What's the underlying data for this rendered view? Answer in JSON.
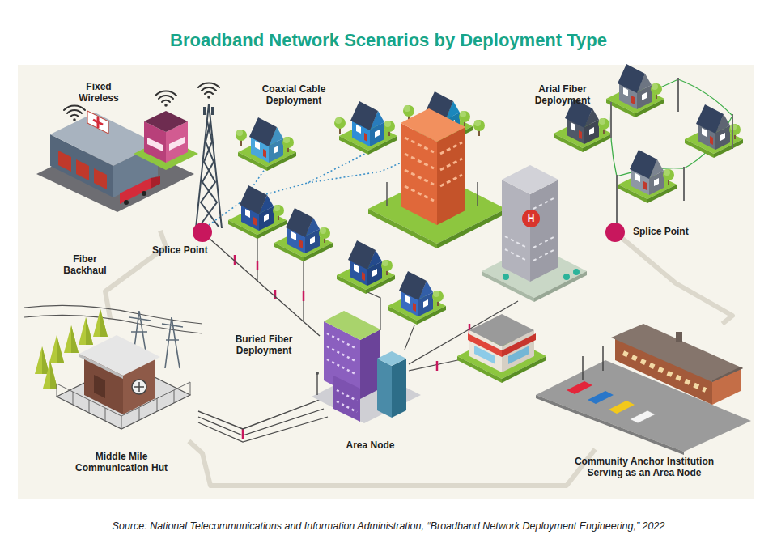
{
  "diagram": {
    "title": "Broadband Network Scenarios by Deployment Type",
    "caption": "Source: National Telecommunications and Information Administration, “Broadband Network Deployment Engineering,” 2022",
    "nodes": [
      {
        "text": [
          "Fixed Wireless"
        ]
      },
      {
        "text": [
          "Splice Point"
        ]
      },
      {
        "text": [
          "Splice Point"
        ]
      },
      {
        "text": [
          "Middle Mile Communication Hut"
        ]
      },
      {
        "text": [
          "Area Node"
        ]
      },
      {
        "text": [
          "Community Anchor Institution Serving as an Area Node"
        ]
      }
    ],
    "edges": [
      {
        "from": 3,
        "to": 0,
        "arrow": "none"
      },
      {
        "from": 3,
        "to": 4,
        "arrow": "none"
      },
      {
        "from": 3,
        "to": 5,
        "arrow": "none"
      },
      {
        "from": 5,
        "to": 2,
        "arrow": "none"
      },
      {
        "from": 4,
        "to": 1,
        "arrow": "none"
      }
    ],
    "labels": [
      "Coaxial Cable Deployment",
      "Arial Fiber Deployment",
      "Fiber Backhaul",
      "Buried Fiber Deployment",
      "H"
    ]
  }
}
